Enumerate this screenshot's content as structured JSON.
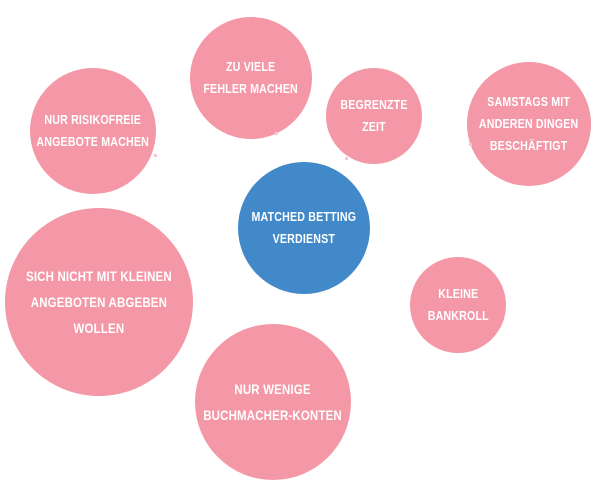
{
  "diagram": {
    "center": {
      "lines": [
        "Matched Betting",
        "Verdienst"
      ],
      "color": "#4189c9"
    },
    "bubble_color": "#f497a6",
    "text_color": "#ffffff",
    "bubbles": [
      {
        "id": "zu-viele-fehler",
        "lines": [
          "Zu viele",
          "Fehler machen"
        ]
      },
      {
        "id": "nur-risikofreie",
        "lines": [
          "Nur risikofreie",
          "Angebote machen"
        ]
      },
      {
        "id": "begrenzte-zeit",
        "lines": [
          "Begrenzte",
          "Zeit"
        ]
      },
      {
        "id": "samstags",
        "lines": [
          "Samstags mit",
          "anderen Dingen",
          "beschäftigt"
        ]
      },
      {
        "id": "kleine-angebote",
        "lines": [
          "Sich nicht mit kleinen",
          "Angeboten abgeben",
          "wollen"
        ]
      },
      {
        "id": "kleine-bankroll",
        "lines": [
          "Kleine",
          "Bankroll"
        ]
      },
      {
        "id": "wenige-buchmacher",
        "lines": [
          "Nur wenige",
          "Buchmacher-Konten"
        ]
      }
    ]
  }
}
